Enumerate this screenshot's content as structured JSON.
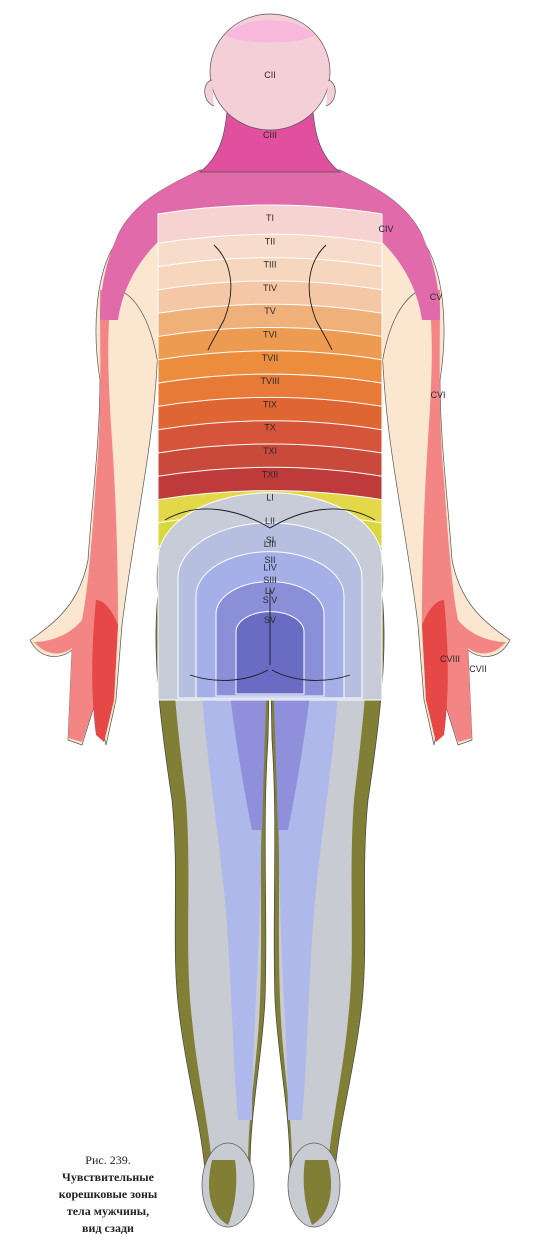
{
  "figure": {
    "number": "Рис. 239.",
    "caption_lines": [
      "Чувствительные",
      "корешковые зоны",
      "тела мужчины,",
      "вид сзади"
    ]
  },
  "zones": {
    "head": "CII",
    "neck": "CIII",
    "shoulder": "CIV",
    "arm_upper": "CV",
    "arm_lower": "CVI",
    "hand_left": "CVIII",
    "hand_right": "CVII",
    "thoracic": [
      "TI",
      "TII",
      "TIII",
      "TIV",
      "TV",
      "TVI",
      "TVII",
      "TVIII",
      "TIX",
      "TX",
      "TXI",
      "TXII"
    ],
    "lumbar": [
      "LI",
      "LII",
      "LIII",
      "LIV",
      "LV"
    ],
    "sacral": [
      "SI",
      "SII",
      "SIII",
      "SIV",
      "SV"
    ]
  },
  "colors": {
    "head": "#f4cfd8",
    "head_cap": "#f7b8dc",
    "neck": "#e0509f",
    "shoulders": "#e06aaa",
    "arm_cream": "#fbe6cf",
    "arm_pink": "#f38585",
    "arm_red": "#e64848",
    "thoracic": [
      "#f6d3d0",
      "#f8dccb",
      "#f7d6be",
      "#f4c8a6",
      "#f0b07a",
      "#ee9b52",
      "#ec8d3e",
      "#e77a36",
      "#df6533",
      "#d6553a",
      "#c94a3a",
      "#bf3b3b"
    ],
    "lumbar": [
      "#e2d84a",
      "#d8d83e",
      "#c4c83a",
      "#8e8a3a",
      "#7f7d35"
    ],
    "sacral": [
      "#c7ccd8",
      "#b7bfe0",
      "#a5b0e8",
      "#8b8fd8",
      "#6a6cc4"
    ],
    "leg_olive": "#817f35",
    "leg_grey": "#c9cbd2",
    "leg_blue": "#aeb8ea",
    "leg_violet": "#8f8fdb",
    "line": "#1a1a1a"
  }
}
